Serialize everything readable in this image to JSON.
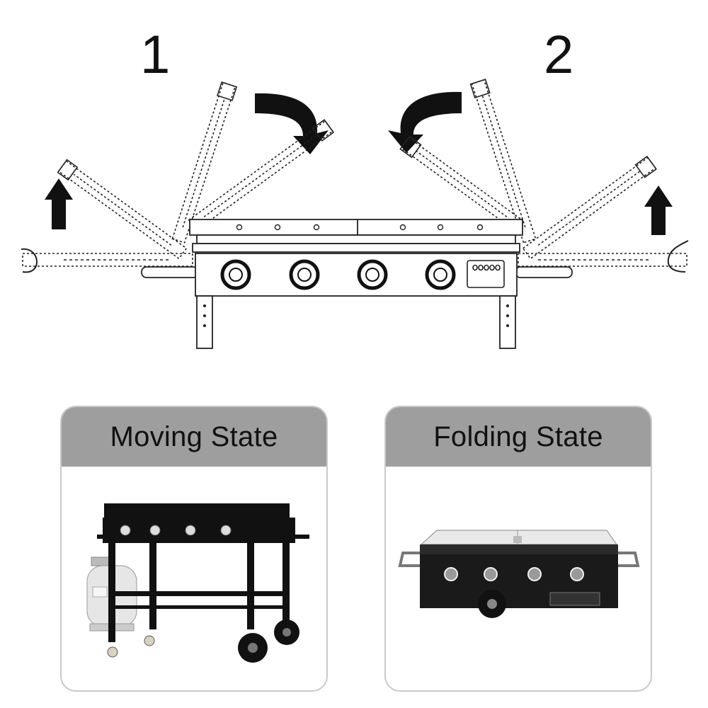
{
  "steps": [
    {
      "number": "1"
    },
    {
      "number": "2"
    }
  ],
  "panels": [
    {
      "title": "Moving State",
      "image": "griddle-cart-moving-state"
    },
    {
      "title": "Folding State",
      "image": "griddle-folded-tabletop"
    }
  ],
  "colors": {
    "header_gray": "#9e9e9e",
    "card_border": "#c9c9c9",
    "ink": "#111111",
    "arrow": "#111111"
  },
  "icons": [
    "arrow-up-icon",
    "curved-arrow-down-right-icon",
    "curved-arrow-down-left-icon"
  ]
}
